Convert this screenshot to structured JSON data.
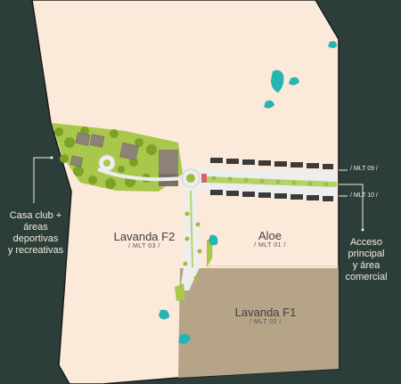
{
  "lots": [
    {
      "name": "Lavanda F2",
      "code": "/ MLT 03 /"
    },
    {
      "name": "Aloe",
      "code": "/ MLT 01 /"
    },
    {
      "name": "Lavanda F1",
      "code": "/ MLT 02 /"
    }
  ],
  "road_labels": {
    "top": "/ MLT 09 /",
    "bottom": "/ MLT 10 /"
  },
  "annotations": {
    "club_lines": [
      "Casa club +",
      "áreas deportivas",
      "y recreativas"
    ],
    "access_lines": [
      "Acceso",
      "principal",
      "y área",
      "comercial"
    ]
  },
  "colors": {
    "background": "#2c3e3a",
    "land": "#fbe9da",
    "lot_f1": "#b6a489",
    "road": "#eeeeee",
    "vegetation": "#9bbf3d",
    "water": "#27b5b0",
    "building": "#8d8277",
    "annotation": "#f3ecdc",
    "accent": "#d8616b"
  }
}
